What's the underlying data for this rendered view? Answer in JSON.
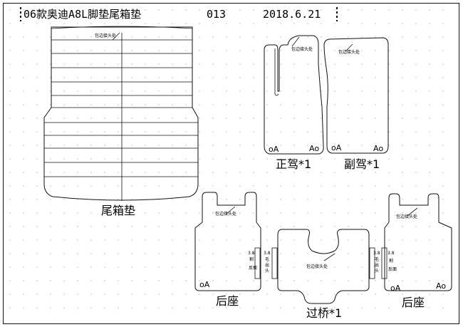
{
  "header": {
    "title": "06款奥迪A8L脚垫尾箱垫",
    "code": "013",
    "date": "2018.6.21"
  },
  "labels": {
    "trunk": "尾箱垫",
    "driver": "正驾*1",
    "passenger": "副驾*1",
    "rear_left": "后座",
    "bridge": "过桥*1",
    "rear_right": "后座"
  },
  "annotations": {
    "edge_wrap": "包边接头处",
    "mark_o": "oA",
    "mark_a": "Ao",
    "dim_3_8": "3.8",
    "side_cut": "割",
    "side_reverse": "反面",
    "side_hair": "毛",
    "side_out": "出",
    "side_head": "头"
  },
  "colors": {
    "line": "#111111",
    "grid_dot": "#9a9a9a",
    "background": "#ffffff"
  }
}
